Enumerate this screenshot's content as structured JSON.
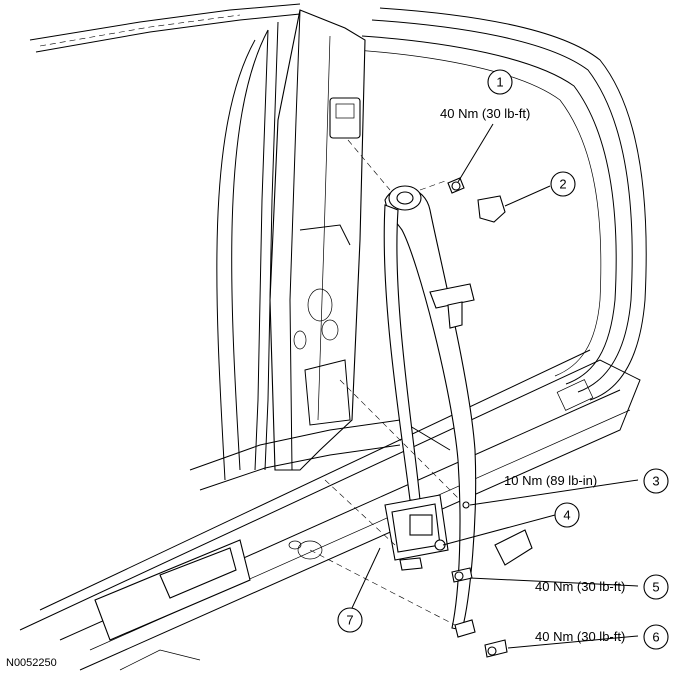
{
  "figure_id": "N0052250",
  "callouts": [
    {
      "number": "1",
      "torque": "40 Nm (30 lb-ft)"
    },
    {
      "number": "2",
      "torque": ""
    },
    {
      "number": "3",
      "torque": "10 Nm (89 lb-in)"
    },
    {
      "number": "4",
      "torque": ""
    },
    {
      "number": "5",
      "torque": "40 Nm (30 lb-ft)"
    },
    {
      "number": "6",
      "torque": "40 Nm (30 lb-ft)"
    },
    {
      "number": "7",
      "torque": ""
    }
  ]
}
